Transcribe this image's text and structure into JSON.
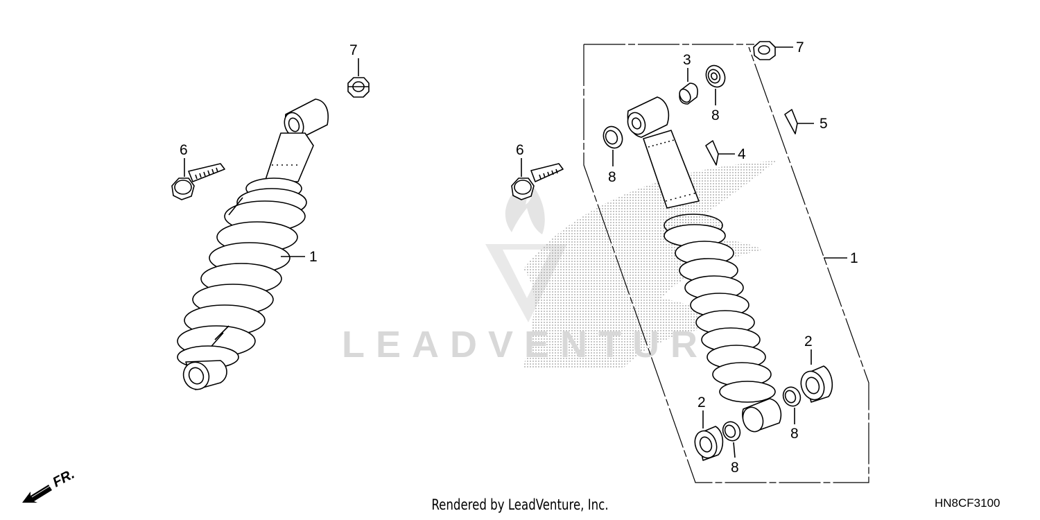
{
  "watermark": {
    "text": "LEADVENTURE"
  },
  "callouts": {
    "left_7": "7",
    "left_6": "6",
    "left_1": "1",
    "right_7": "7",
    "right_3": "3",
    "right_8a": "8",
    "right_8b": "8",
    "right_5": "5",
    "right_4": "4",
    "right_6": "6",
    "right_1": "1",
    "right_2a": "2",
    "right_2b": "2",
    "right_8c": "8",
    "right_8d": "8"
  },
  "direction_marker": {
    "label": "FR."
  },
  "footer": {
    "rendered_by": "Rendered by LeadVenture, Inc.",
    "diagram_code": "HN8CF3100"
  }
}
